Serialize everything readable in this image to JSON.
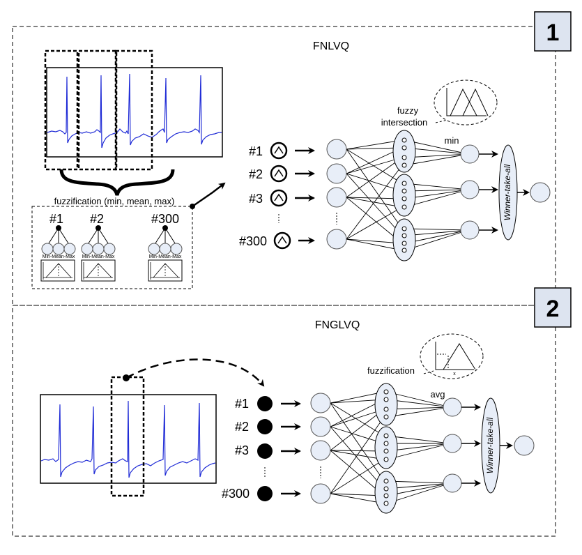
{
  "panels": [
    {
      "number": "1",
      "title": "FNLVQ",
      "fuzzification_label": "fuzzification (min, mean, max)",
      "feature_labels": [
        "#1",
        "#2",
        "#300"
      ],
      "mmm_label": "Min-Mean-Max",
      "input_labels": [
        "#1",
        "#2",
        "#3",
        "#300"
      ],
      "layer_label_line1": "fuzzy",
      "layer_label_line2": "intersection",
      "output_op_label": "min",
      "decision_label": "Winner-take-all"
    },
    {
      "number": "2",
      "title": "FNGLVQ",
      "layer_label": "fuzzification",
      "input_labels": [
        "#1",
        "#2",
        "#3",
        "#300"
      ],
      "output_op_label": "avg",
      "inset_axis_label": "x",
      "decision_label": "Winner-take-all"
    }
  ],
  "colors": {
    "node_fill": "#e8eef8",
    "signal": "#1f2bd6",
    "panel_number_fill": "#dde4f0"
  }
}
